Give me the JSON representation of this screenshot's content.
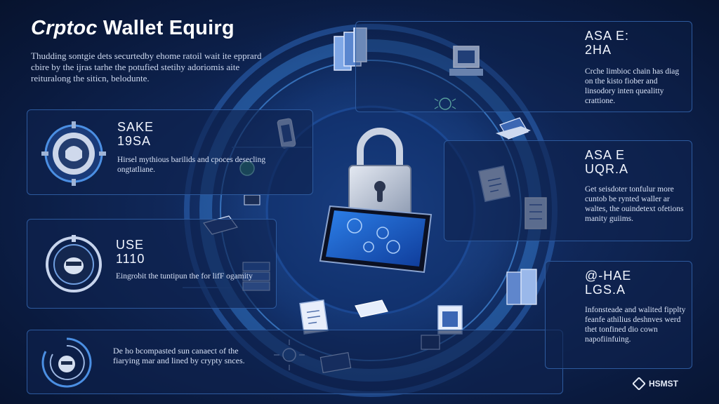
{
  "title_part1": "Crptoc",
  "title_part2": "Wallet Equirg",
  "intro_text": "Thudding sontgie dets securtedby ehome ratoil wait ite epprard cbire by the ijras tarhe the potufied stetihy adoriomis aite reituralong the siticn, belodunte.",
  "left_panels": [
    {
      "head1": "SAKE",
      "head2": "19SA",
      "body": "Hirsel mythious barilids and cpoces desecling ongtatliane."
    },
    {
      "head1": "USE",
      "head2": "1110",
      "body": "Eingrobit the tuntipun the for lifF ogamity"
    },
    {
      "head1": "",
      "head2": "",
      "body": "De ho bcompasted sun canaect of the fiarying mar and lined by crypty snces."
    }
  ],
  "right_panels": [
    {
      "head1": "ASA E:",
      "head2": "2HA",
      "body": "Crche limbioc chain has diag on the kisto fiober and linsodory inten quealitty crattione."
    },
    {
      "head1": "ASA E",
      "head2": "UQR.A",
      "body": "Get seisdoter tonfulur more cuntob be rynted waller ar waltes, the ouindetext ofetions manity guiims."
    },
    {
      "head1": "@-HAE",
      "head2": "LGS.A",
      "body": "Infonsteade and walited fipplty feanfe athilius deshnves werd thet tonfined dio cown napofiinfuing."
    }
  ],
  "logo_text": "HSMST",
  "colors": {
    "accent": "#3f8fe6",
    "glow": "#5fb0ff",
    "panel_border": "#2d5a9e",
    "background": "#0b1c40"
  },
  "icons": [
    "shield-gear-icon",
    "hacker-face-icon",
    "fingerprint-hacker-icon",
    "padlock-icon",
    "smartphone-icon",
    "computer-icon",
    "document-icon",
    "server-icon",
    "bug-icon",
    "laptop-icon"
  ]
}
